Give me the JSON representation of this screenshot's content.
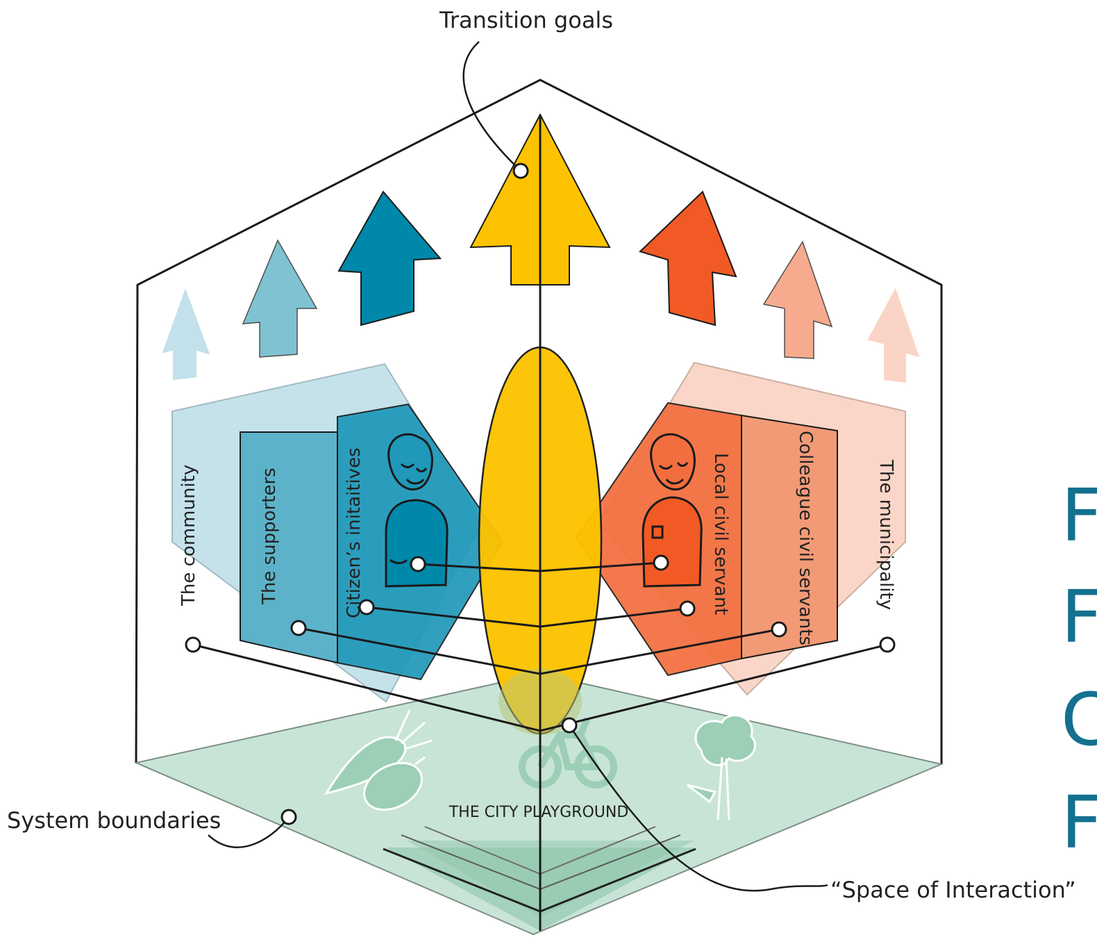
{
  "callouts": {
    "transition_goals": "Transition goals",
    "system_boundaries": "System boundaries",
    "space_of_interaction": "“Space of Interaction”"
  },
  "left_side": {
    "community": "The community",
    "supporters": "The supporters",
    "citizens_initiatives": "Citizen’s initaitives"
  },
  "right_side": {
    "local_civil_servant": "Local civil servant",
    "colleague_civil_servants": "Colleague civil servants",
    "municipality": "The municipality"
  },
  "floor": {
    "label": "THE CITY PLAYGROUND"
  },
  "cropped_letters": [
    "F",
    "F",
    "C",
    "F"
  ],
  "colors": {
    "blue_light": "#c2e1ea",
    "blue_mid": "#5cb2c8",
    "blue_dark": "#0088aa",
    "orange_light": "#fad4c6",
    "orange_mid": "#f29a76",
    "orange_dark": "#f15a24",
    "yellow": "#fdc300",
    "green": "#c8e4d7",
    "green_dark": "#7dbe9e",
    "outline": "#1a1a1a"
  }
}
